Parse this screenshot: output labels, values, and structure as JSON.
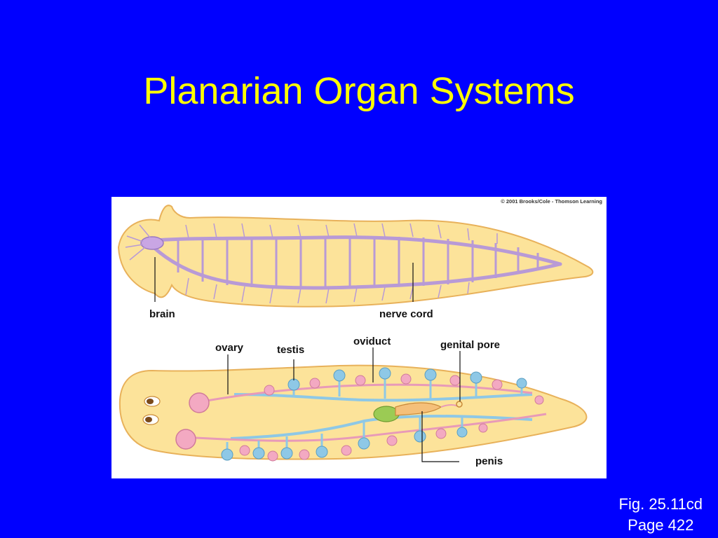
{
  "slide": {
    "title": "Planarian Organ Systems",
    "background_color": "#0000FF",
    "title_color": "#FFFF00"
  },
  "figure": {
    "copyright": "© 2001 Brooks/Cole - Thomson Learning",
    "labels": {
      "brain": "brain",
      "nerve_cord": "nerve cord",
      "ovary": "ovary",
      "testis": "testis",
      "oviduct": "oviduct",
      "genital_pore": "genital pore",
      "penis": "penis"
    },
    "colors": {
      "body_fill": "#FCE39A",
      "body_outline": "#E8B15A",
      "nerve": "#B89AD6",
      "testis": "#8EC8E6",
      "ovary": "#F3A9C2",
      "oviduct": "#E89AB8",
      "penis": "#9BCB54"
    }
  },
  "caption": {
    "line1": "Fig. 25.11cd",
    "line2": "Page 422"
  }
}
